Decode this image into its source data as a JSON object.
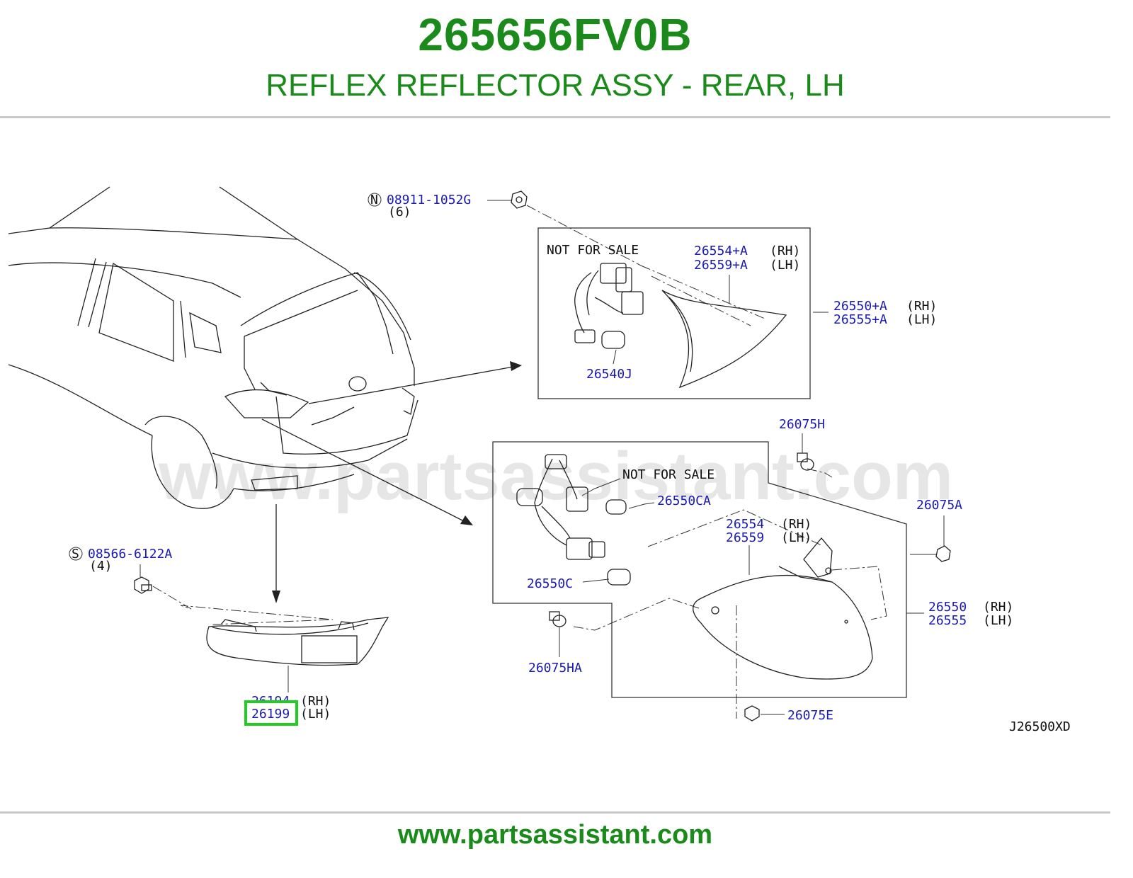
{
  "header": {
    "part_number": "265656FV0B",
    "part_name": "REFLEX REFLECTOR ASSY - REAR, LH"
  },
  "callouts": {
    "nut_symbol": "N",
    "nut_code": "08911-1052G",
    "nut_qty": "(6)",
    "screw_symbol": "S",
    "screw_code": "08566-6122A",
    "screw_qty": "(4)",
    "not_for_sale_1": "NOT FOR SALE",
    "not_for_sale_2": "NOT FOR SALE",
    "p26554a": "26554+A",
    "p26559a": "26559+A",
    "p26550a": "26550+A",
    "p26555a": "26555+A",
    "p26540j": "26540J",
    "p26075h": "26075H",
    "p26550ca": "26550CA",
    "p26075a": "26075A",
    "p26554": "26554",
    "p26559": "26559",
    "p26550c": "26550C",
    "p26550": "26550",
    "p26555": "26555",
    "p26075ha": "26075HA",
    "p26075e": "26075E",
    "p26194": "26194",
    "p26199": "26199",
    "rh": "(RH)",
    "lh": "(LH)",
    "diagram_id": "J26500XD"
  },
  "highlight": {
    "part": "26199",
    "color": "#22cc22"
  },
  "watermark": "www.partsassistant.com",
  "footer": {
    "url": "www.partsassistant.com"
  },
  "colors": {
    "brand_green": "#1a8a1a",
    "code_blue": "#1a1ab4"
  }
}
